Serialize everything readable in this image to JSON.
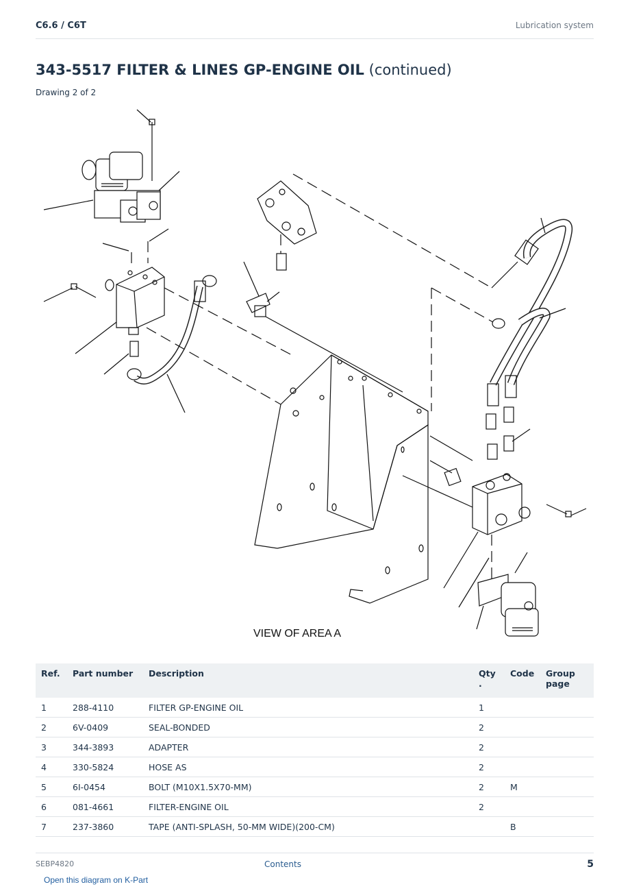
{
  "header": {
    "model": "C6.6  /  C6T",
    "section": "Lubrication system"
  },
  "title": {
    "main": "343-5517 FILTER & LINES GP-ENGINE OIL",
    "suffix": "(continued)"
  },
  "subtitle": "Drawing 2 of 2",
  "diagram": {
    "view_label": "VIEW OF AREA  A"
  },
  "parts_table": {
    "headers": {
      "ref": "Ref.",
      "part_number": "Part number",
      "description": "Description",
      "qty": "Qty\n.",
      "code": "Code",
      "group_page": "Group\npage"
    },
    "rows": [
      {
        "ref": "1",
        "part_number": "288-4110",
        "description": "FILTER GP-ENGINE OIL",
        "qty": "1",
        "code": ""
      },
      {
        "ref": "2",
        "part_number": "6V-0409",
        "description": "SEAL-BONDED",
        "qty": "2",
        "code": ""
      },
      {
        "ref": "3",
        "part_number": "344-3893",
        "description": "ADAPTER",
        "qty": "2",
        "code": ""
      },
      {
        "ref": "4",
        "part_number": "330-5824",
        "description": "HOSE AS",
        "qty": "2",
        "code": ""
      },
      {
        "ref": "5",
        "part_number": "6I-0454",
        "description": "BOLT (M10X1.5X70-MM)",
        "qty": "2",
        "code": "M"
      },
      {
        "ref": "6",
        "part_number": "081-4661",
        "description": "FILTER-ENGINE OIL",
        "qty": "2",
        "code": ""
      },
      {
        "ref": "7",
        "part_number": "237-3860",
        "description": "TAPE (ANTI-SPLASH, 50-MM WIDE)(200-CM)",
        "qty": "",
        "code": "B"
      }
    ]
  },
  "footer": {
    "doc_id": "SEBP4820",
    "contents_link": "Contents",
    "page": "5"
  },
  "kpart_link": "Open this diagram on K-Part"
}
